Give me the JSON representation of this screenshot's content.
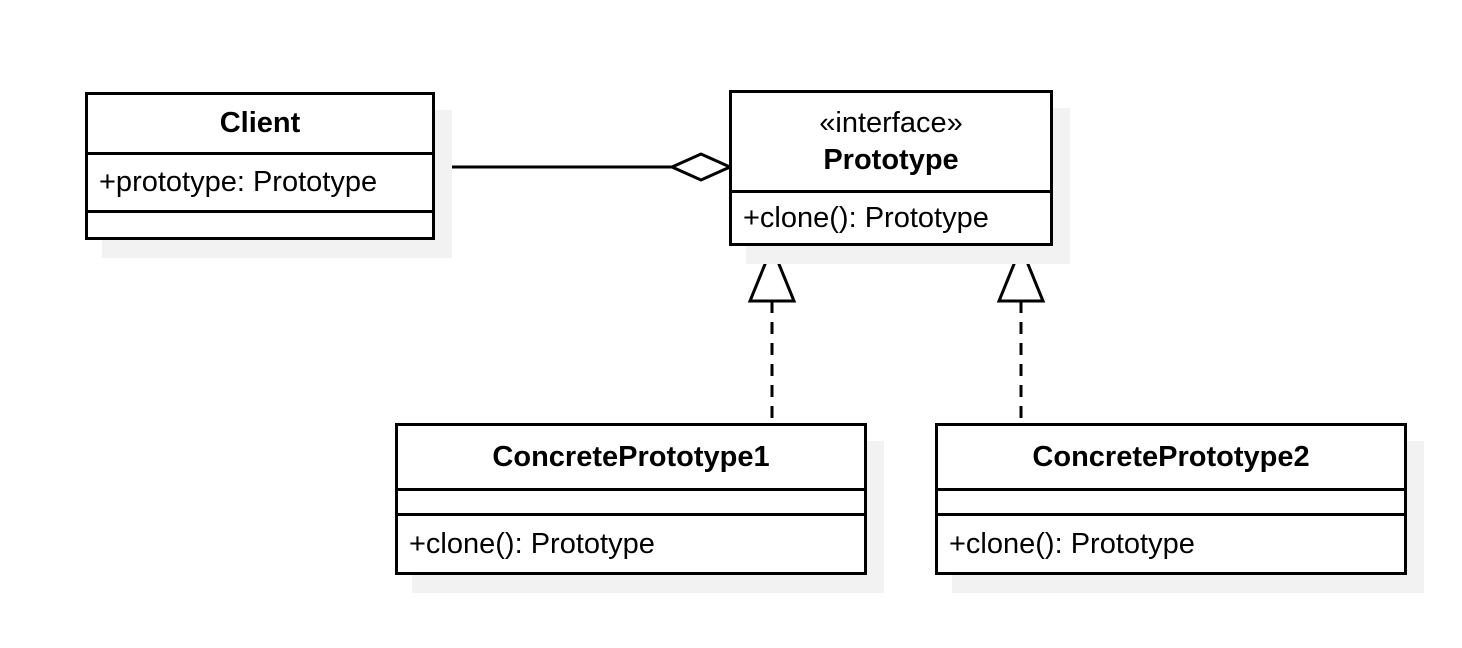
{
  "classes": {
    "client": {
      "name": "Client",
      "attributes": [
        "+prototype: Prototype"
      ],
      "methods": []
    },
    "prototype": {
      "stereotype": "«interface»",
      "name": "Prototype",
      "attributes": [],
      "methods": [
        "+clone(): Prototype"
      ]
    },
    "concrete_prototype_1": {
      "name": "ConcretePrototype1",
      "attributes": [],
      "methods": [
        "+clone(): Prototype"
      ]
    },
    "concrete_prototype_2": {
      "name": "ConcretePrototype2",
      "attributes": [],
      "methods": [
        "+clone(): Prototype"
      ]
    }
  },
  "relationships": [
    {
      "type": "aggregation",
      "from": "Client",
      "to": "Prototype"
    },
    {
      "type": "realization",
      "from": "ConcretePrototype1",
      "to": "Prototype"
    },
    {
      "type": "realization",
      "from": "ConcretePrototype2",
      "to": "Prototype"
    }
  ],
  "colors": {
    "stroke": "#000000",
    "node_fill": "#ffffff",
    "background": "#ffffff",
    "shadow": "#f2f2f2"
  }
}
